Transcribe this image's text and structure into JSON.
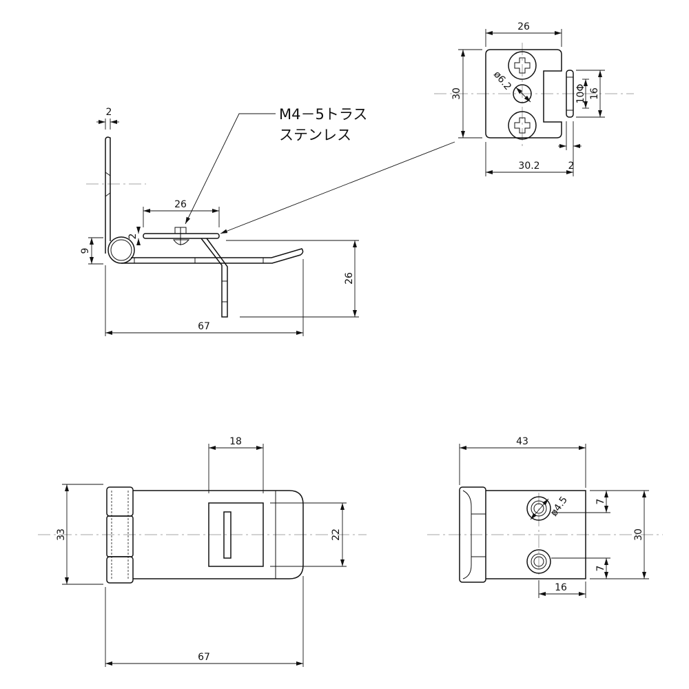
{
  "title": "Hasp hinge technical drawing",
  "callout": {
    "screw_line1": "M4－5トラス",
    "screw_line2": "ステンレス"
  },
  "detail_view": {
    "width": "26",
    "height": "30",
    "hole_dia": "ø6.2",
    "tab_dia": "10Φ",
    "tab_height": "16",
    "overall_width": "30.2",
    "tab_thickness": "2"
  },
  "side_view": {
    "plate_thickness": "2",
    "hasp_length": "26",
    "hasp_thickness": "2",
    "knuckle_height": "9",
    "leg_height": "26",
    "overall_length": "67"
  },
  "front_view": {
    "window_width": "18",
    "height": "33",
    "window_height": "22",
    "overall_length": "67"
  },
  "staple_view": {
    "width": "43",
    "height": "30",
    "hole_dia": "ø4.5",
    "hole_offset_top": "7",
    "hole_offset_bottom": "7",
    "hole_from_edge": "16"
  }
}
